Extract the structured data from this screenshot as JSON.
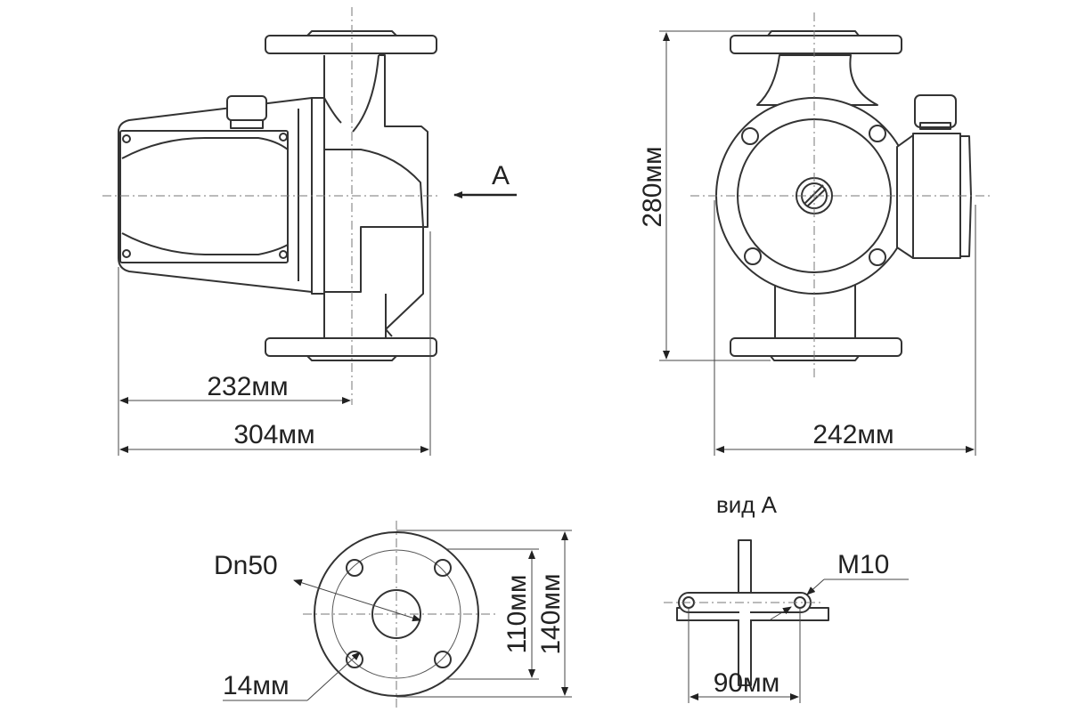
{
  "title": "Pump dimensional drawing",
  "side_view": {
    "dim_motor_to_axis": "232мм",
    "dim_overall_length": "304мм",
    "view_arrow_label": "A"
  },
  "front_view": {
    "dim_height": "280мм",
    "dim_width": "242мм"
  },
  "flange_view": {
    "nominal_diameter": "Dn50",
    "bolt_hole": "14мм",
    "bolt_circle": "110мм",
    "flange_diameter": "140мм"
  },
  "view_a": {
    "title": "вид А",
    "thread": "M10",
    "hole_spacing": "90мм"
  }
}
